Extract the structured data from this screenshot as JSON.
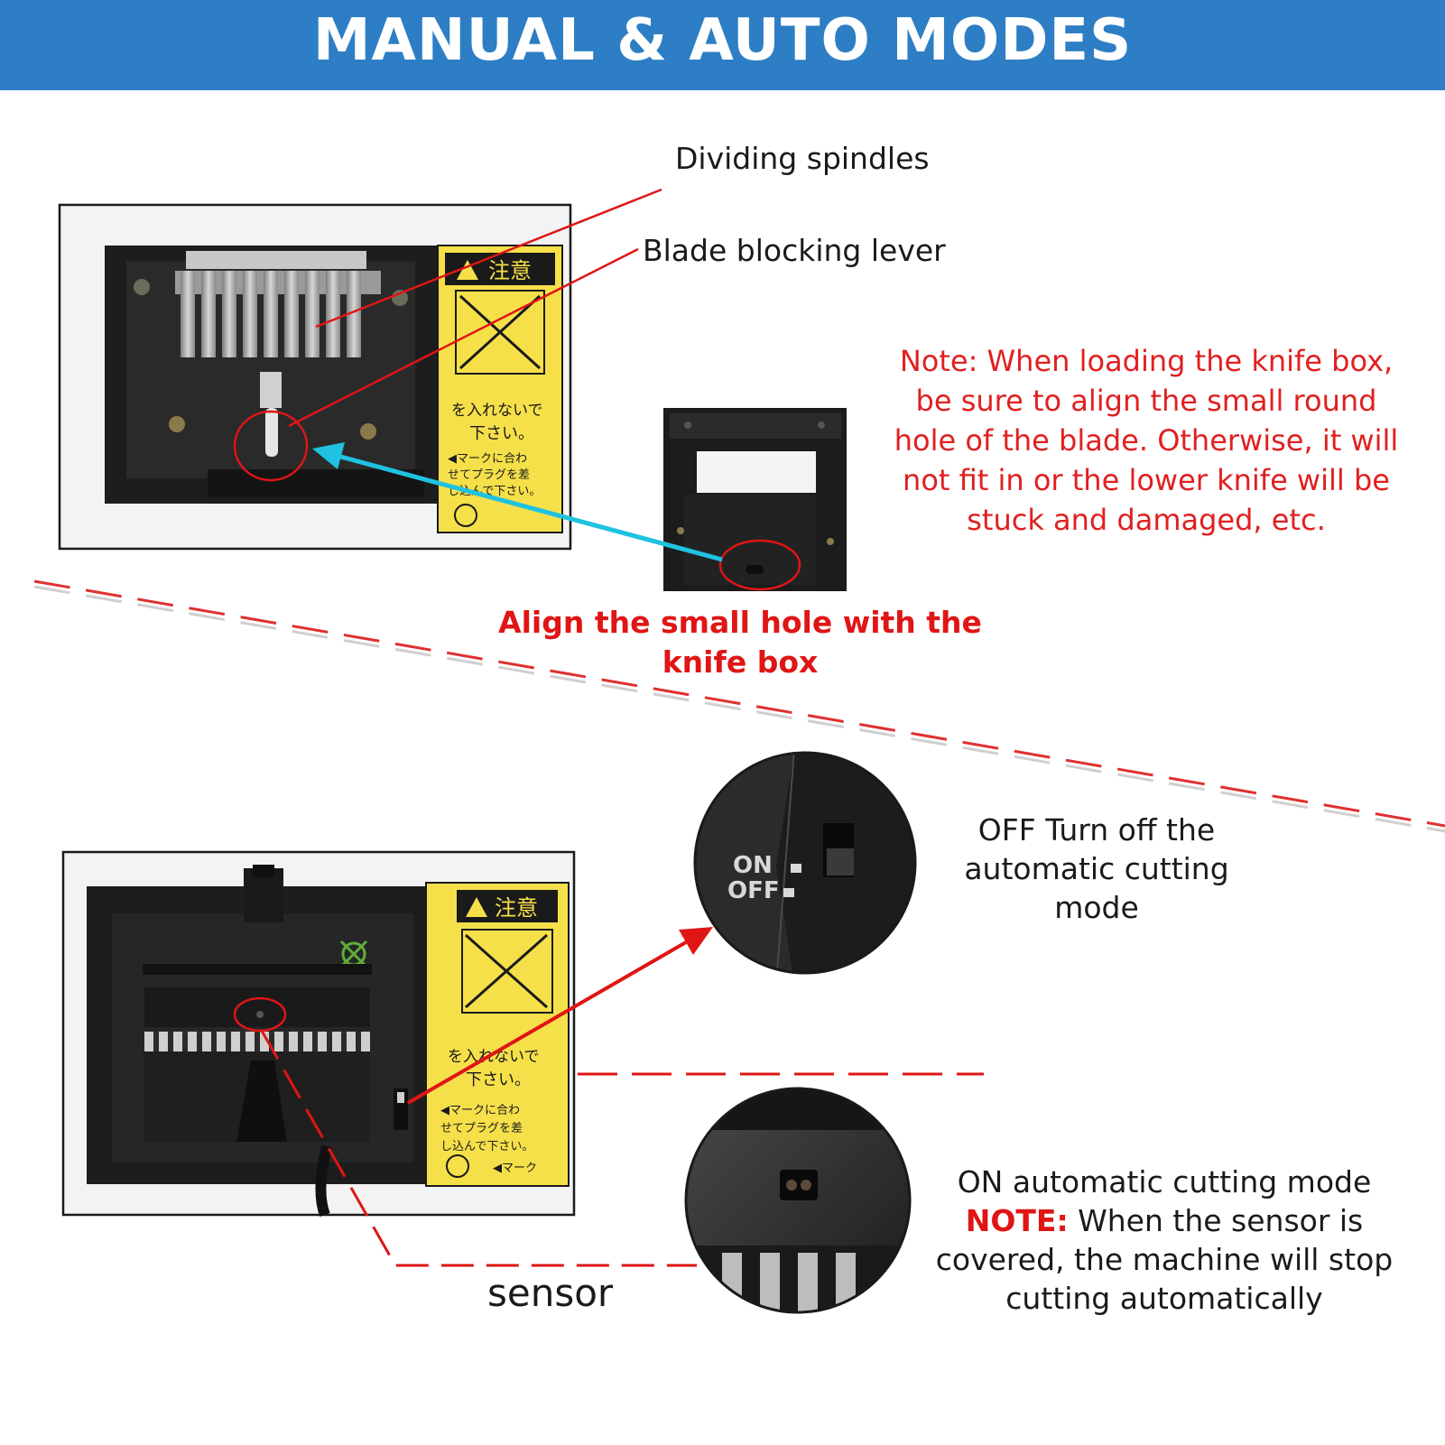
{
  "header": {
    "title": "MANUAL & AUTO MODES"
  },
  "top_panel": {
    "label_dividing_spindles": "Dividing spindles",
    "label_blade_blocking_lever": "Blade blocking lever",
    "note": "Note: When loading the knife box, be sure to align the small round hole of the blade. Otherwise, it will not fit in or the lower knife will be stuck and damaged, etc.",
    "align_instruction": "Align the small hole with the knife box"
  },
  "bottom_panel": {
    "switch_on_label": "ON",
    "switch_off_label": "OFF",
    "off_description": "OFF Turn off the automatic cutting mode",
    "on_line1": "ON automatic cutting mode",
    "on_note_keyword": "NOTE:",
    "on_note_text": "When the sensor is covered, the machine will stop cutting automatically",
    "sensor_label": "sensor"
  },
  "warning_sticker": {
    "heading": "注意",
    "line1": "を入れないで",
    "line2": "下さい。",
    "line3": "◀マークに合わ",
    "line4": "せてプラグを差",
    "line5": "し込んで下さい。",
    "line6": "◀マーク"
  },
  "colors": {
    "banner": "#2d7ec4",
    "annotation_red": "#e01515",
    "arrow_cyan": "#1fc2e0",
    "sticker_yellow": "#f6e04a",
    "device_black": "#1c1c1c"
  }
}
